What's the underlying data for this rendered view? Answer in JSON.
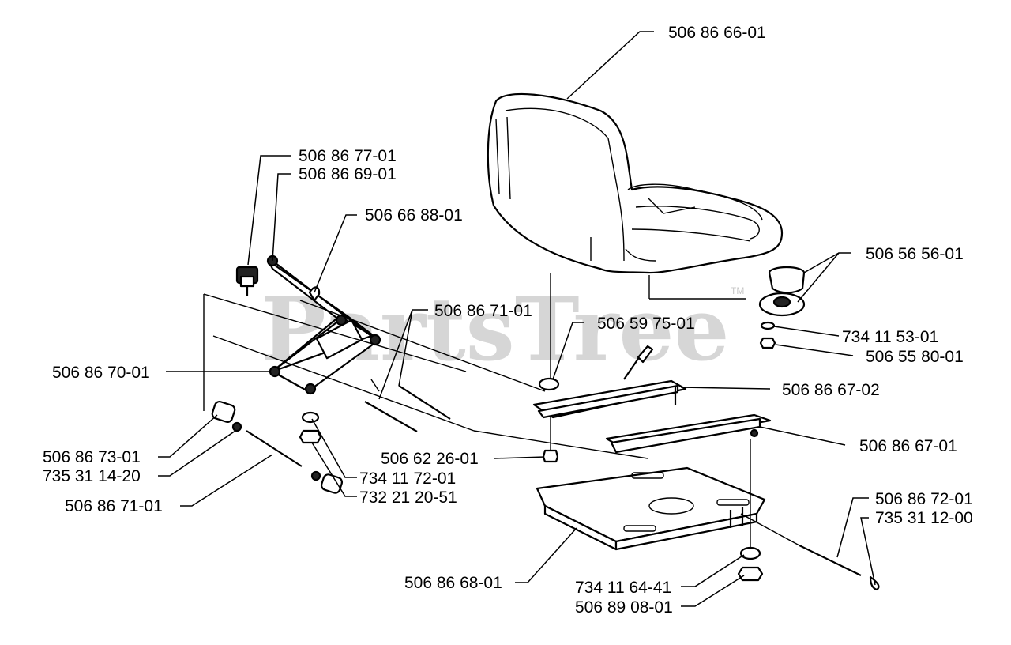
{
  "watermark": {
    "text": "PartsTree",
    "tm": "TM"
  },
  "callouts": {
    "seat": "506 86 66-01",
    "bracket_a": "506 86 77-01",
    "bracket_b": "506 86 69-01",
    "clip": "506 66 88-01",
    "rod_upper": "506 86 71-01",
    "knob_top": "506 59 75-01",
    "cup": "506 56 56-01",
    "washer_r": "734 11 53-01",
    "screw_r": "506 55 80-01",
    "frame": "506 86 70-01",
    "rail_upper": "506 86 67-02",
    "bushing": "506 86 73-01",
    "washer_l": "735 31 14-20",
    "rod_lower": "506 86 71-01",
    "screw_c": "506 62 26-01",
    "washer_c": "734 11 72-01",
    "nut_c": "732 21 20-51",
    "rail_lower": "506 86 67-01",
    "pin": "506 86 72-01",
    "cotter": "735 31 12-00",
    "plate": "506 86 68-01",
    "washer_b": "734 11 64-41",
    "nut_b": "506 89 08-01"
  }
}
